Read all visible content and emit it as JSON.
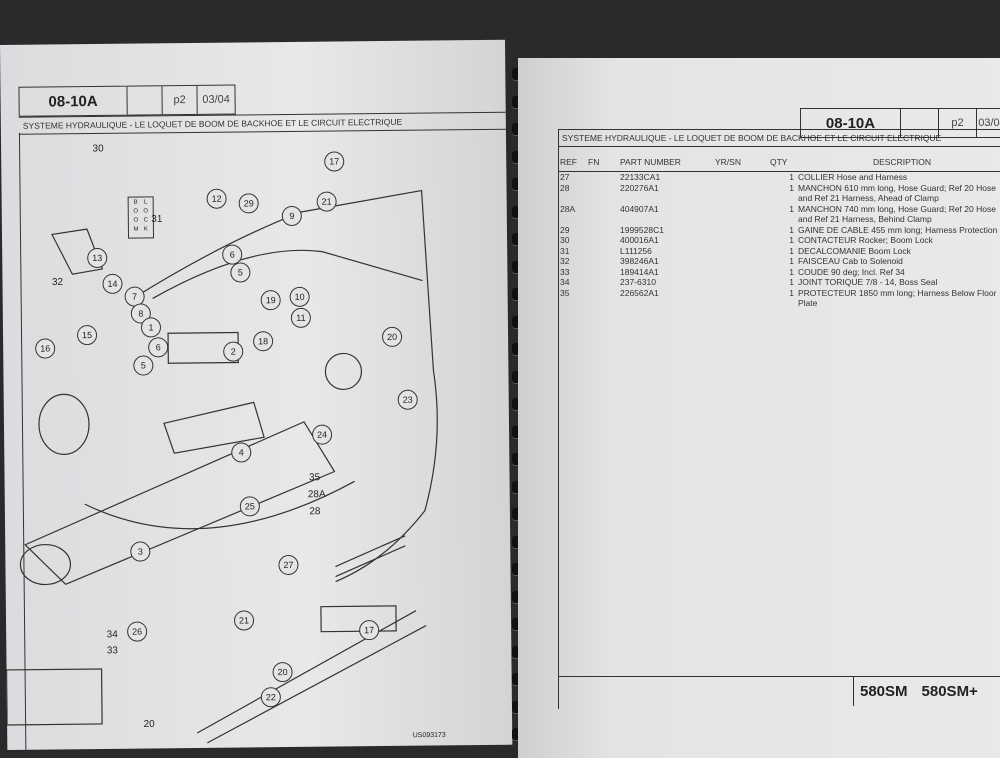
{
  "header": {
    "code": "08-10A",
    "page": "p2",
    "date": "03/04",
    "title": "SYSTEME HYDRAULIQUE - LE LOQUET DE BOOM DE BACKHOE ET LE CIRCUIT ELECTRIQUE"
  },
  "diagram": {
    "callouts": [
      "30",
      "17",
      "12",
      "29",
      "9",
      "21",
      "31",
      "32",
      "13",
      "14",
      "6",
      "5",
      "7",
      "8",
      "1",
      "19",
      "10",
      "11",
      "18",
      "15",
      "16",
      "6",
      "5",
      "2",
      "20",
      "24",
      "23",
      "4",
      "25",
      "3",
      "35",
      "28A",
      "28",
      "27",
      "21",
      "17",
      "34",
      "33",
      "26",
      "20",
      "22",
      "20"
    ],
    "decal_letters": [
      "B",
      "L",
      "O",
      "O",
      "O",
      "C",
      "M",
      "K"
    ],
    "figure_id": "US093173"
  },
  "table": {
    "columns": [
      "REF",
      "FN",
      "PART NUMBER",
      "YR/SN",
      "QTY",
      "DESCRIPTION"
    ],
    "rows": [
      {
        "ref": "27",
        "part": "22133CA1",
        "qty": "1",
        "desc": "COLLIER Hose and Harness"
      },
      {
        "ref": "28",
        "part": "220276A1",
        "qty": "1",
        "desc": "MANCHON 610 mm long, Hose Guard; Ref 20 Hose and Ref 21 Harness, Ahead of Clamp"
      },
      {
        "ref": "28A",
        "part": "404907A1",
        "qty": "1",
        "desc": "MANCHON 740 mm long, Hose Guard; Ref 20 Hose and Ref 21 Harness, Behind Clamp"
      },
      {
        "ref": "29",
        "part": "1999528C1",
        "qty": "1",
        "desc": "GAINE DE CABLE 455 mm long; Harness Protection"
      },
      {
        "ref": "30",
        "part": "400016A1",
        "qty": "1",
        "desc": "CONTACTEUR Rocker; Boom Lock"
      },
      {
        "ref": "31",
        "part": "L111256",
        "qty": "1",
        "desc": "DECALCOMANIE Boom Lock"
      },
      {
        "ref": "32",
        "part": "398246A1",
        "qty": "1",
        "desc": "FAISCEAU Cab to Solenoid"
      },
      {
        "ref": "33",
        "part": "189414A1",
        "qty": "1",
        "desc": "COUDE 90 deg; Incl. Ref 34"
      },
      {
        "ref": "34",
        "part": "237-6310",
        "qty": "1",
        "desc": "JOINT TORIQUE 7/8 - 14, Boss Seal"
      },
      {
        "ref": "35",
        "part": "226562A1",
        "qty": "1",
        "desc": "PROTECTEUR 1850 mm long; Harness Below Floor Plate"
      }
    ]
  },
  "footer": {
    "models": [
      "580SM",
      "580SM+"
    ]
  }
}
